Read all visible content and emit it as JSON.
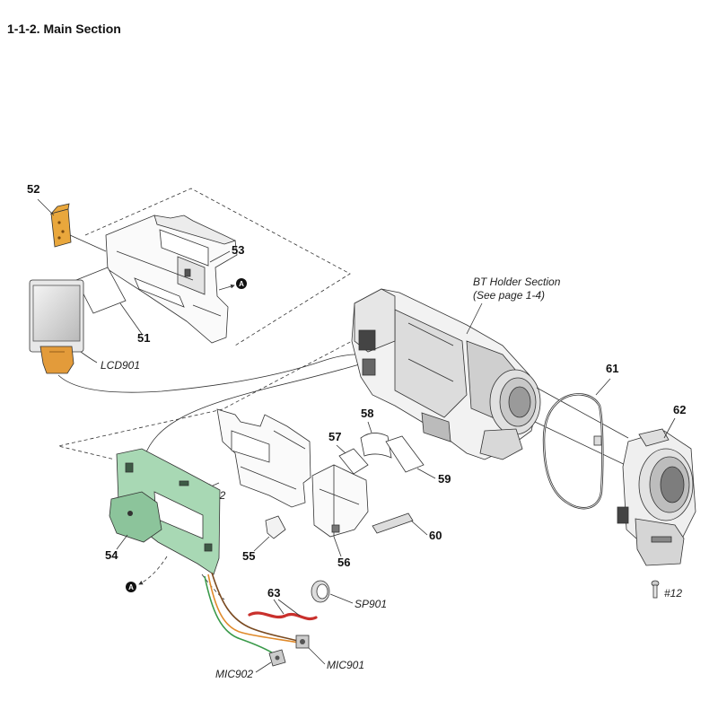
{
  "title": "1-1-2. Main Section",
  "part_labels": {
    "p51": "51",
    "p52": "52",
    "p53": "53",
    "p54": "54",
    "p55": "55",
    "p56": "56",
    "p57": "57",
    "p58": "58",
    "p59": "59",
    "p60": "60",
    "p61": "61",
    "p62": "62",
    "p63": "63"
  },
  "ref_labels": {
    "lcd901": "LCD901",
    "sp901": "SP901",
    "mic901": "MIC901",
    "mic902": "MIC902"
  },
  "screw_labels": {
    "s2": "#2",
    "s12": "#12"
  },
  "section_reference": {
    "name": "BT Holder Section",
    "see_page": "(See page 1-4)"
  },
  "connection_markers": [
    "A",
    "A"
  ],
  "colors": {
    "bracket": "#e9a73c",
    "flex": "#e39b3a",
    "pcb": "#a8d8b4",
    "pcb_dark": "#8cc49b",
    "cable_red": "#c9302c",
    "link_blue": "#2250c8"
  }
}
